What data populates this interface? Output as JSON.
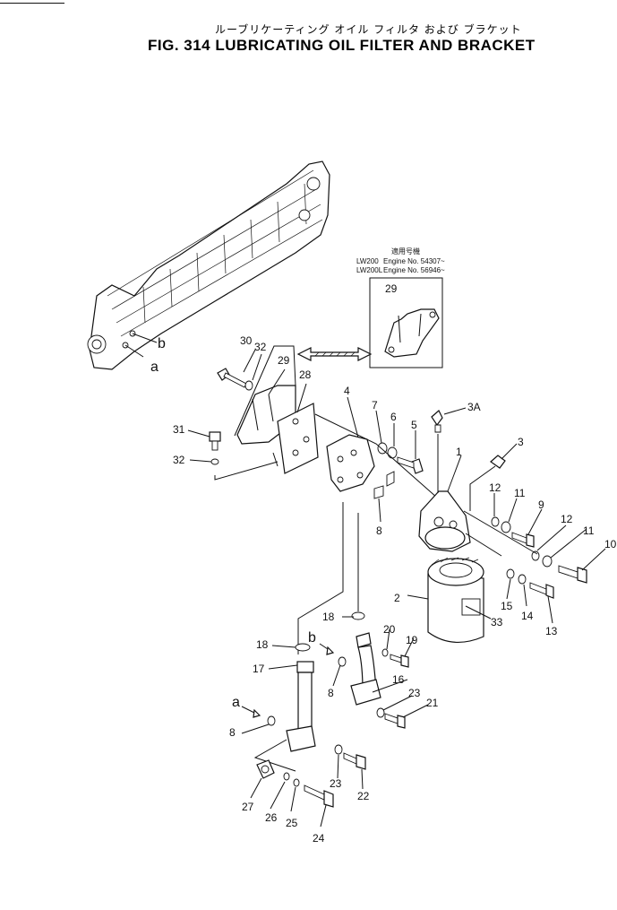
{
  "title_jp": "ルーブリケーティング オイル フィルタ および ブラケット",
  "title_en": "FIG. 314  LUBRICATING OIL FILTER AND BRACKET",
  "applicability": {
    "heading": "適用号機",
    "rows": [
      {
        "model": "LW200",
        "engine": "Engine No. 54307~"
      },
      {
        "model": "LW200L",
        "engine": "Engine No. 56946~"
      }
    ]
  },
  "connectors": {
    "a": "a",
    "b": "b"
  },
  "parts": {
    "p1": "1",
    "p2": "2",
    "p3": "3",
    "p3A": "3A",
    "p4": "4",
    "p5": "5",
    "p6": "6",
    "p7": "7",
    "p8": "8",
    "p9": "9",
    "p10": "10",
    "p11": "11",
    "p12": "12",
    "p13": "13",
    "p14": "14",
    "p15": "15",
    "p16": "16",
    "p17": "17",
    "p18": "18",
    "p19": "19",
    "p20": "20",
    "p21": "21",
    "p22": "22",
    "p23": "23",
    "p24": "24",
    "p25": "25",
    "p26": "26",
    "p27": "27",
    "p28": "28",
    "p29": "29",
    "p30": "30",
    "p31": "31",
    "p32": "32",
    "p33": "33"
  }
}
